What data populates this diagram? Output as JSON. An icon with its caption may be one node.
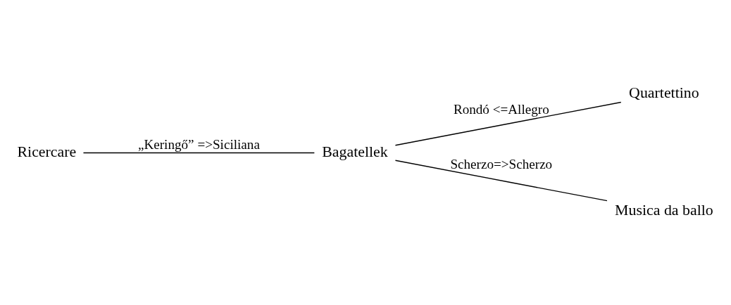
{
  "diagram": {
    "nodes": [
      {
        "text": [
          "Ricercare"
        ]
      },
      {
        "text": [
          "Bagatellek"
        ]
      },
      {
        "text": [
          "Quartettino"
        ]
      },
      {
        "text": [
          "Musica da ballo"
        ]
      }
    ],
    "edges": [
      {
        "from": 0,
        "to": 1,
        "arrow": "none",
        "label": "„Keringő” =>Siciliana"
      },
      {
        "from": 1,
        "to": 2,
        "arrow": "none",
        "label": "Rondó <=Allegro"
      },
      {
        "from": 1,
        "to": 3,
        "arrow": "none",
        "label": "Scherzo=>Scherzo"
      }
    ]
  }
}
